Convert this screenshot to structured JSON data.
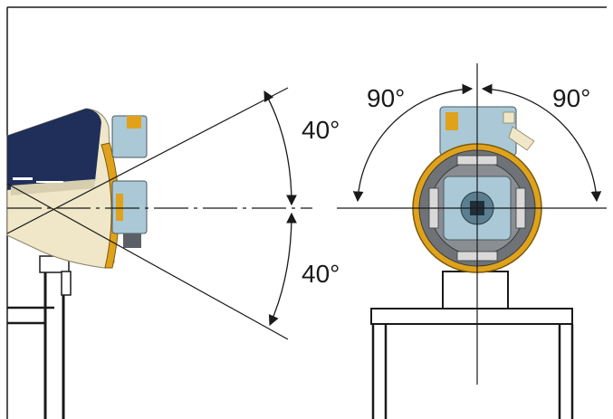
{
  "labels": {
    "tilt_up": "40°",
    "tilt_down": "40°",
    "rotate_left": "90°",
    "rotate_right": "90°"
  },
  "colors": {
    "line": "#1a1a1a",
    "housing_navy": "#1f2f5a",
    "housing_cream": "#efe7c8",
    "ring_orange": "#e0a21a",
    "module_blue": "#aac8d6",
    "plate_gray": "#6f7377"
  },
  "icons": {
    "arrowheads": "filled-triangle"
  }
}
